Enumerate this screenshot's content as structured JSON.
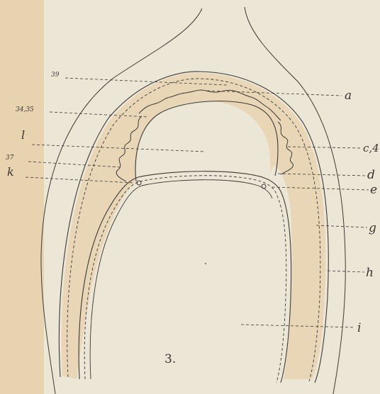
{
  "figure": {
    "number": "3.",
    "colors": {
      "paper": "#ece6d6",
      "left_edge_tint": "#e9cfa8",
      "shaded_band": "#e8d6b6",
      "ink": "#3d3a34"
    },
    "left_labels": [
      "39",
      "34,35",
      "l",
      "37",
      "k"
    ],
    "right_labels": [
      "a",
      "c,4",
      "d",
      "e",
      "g",
      "h",
      "i"
    ]
  }
}
